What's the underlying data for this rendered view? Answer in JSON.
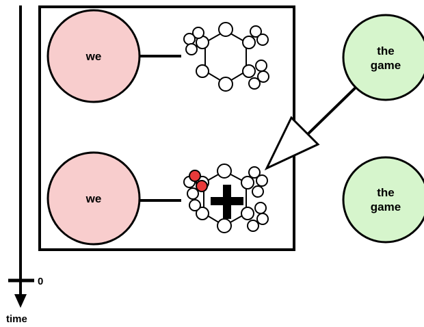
{
  "nodes": {
    "we_top": {
      "label": "we",
      "color": "#f8cdcd"
    },
    "we_bottom": {
      "label": "we",
      "color": "#f8cdcd"
    },
    "game_top": {
      "label_line1": "the",
      "label_line2": "game",
      "color": "#d6f5cc"
    },
    "game_bottom": {
      "label_line1": "the",
      "label_line2": "game",
      "color": "#d6f5cc"
    }
  },
  "timeline": {
    "tick_label": "0",
    "axis_label": "time"
  },
  "colors": {
    "stroke": "#000000",
    "molecule_fill": "#ffffff",
    "highlight_atom": "#e83a3a",
    "background": "#ffffff"
  },
  "plus_symbol": "+"
}
